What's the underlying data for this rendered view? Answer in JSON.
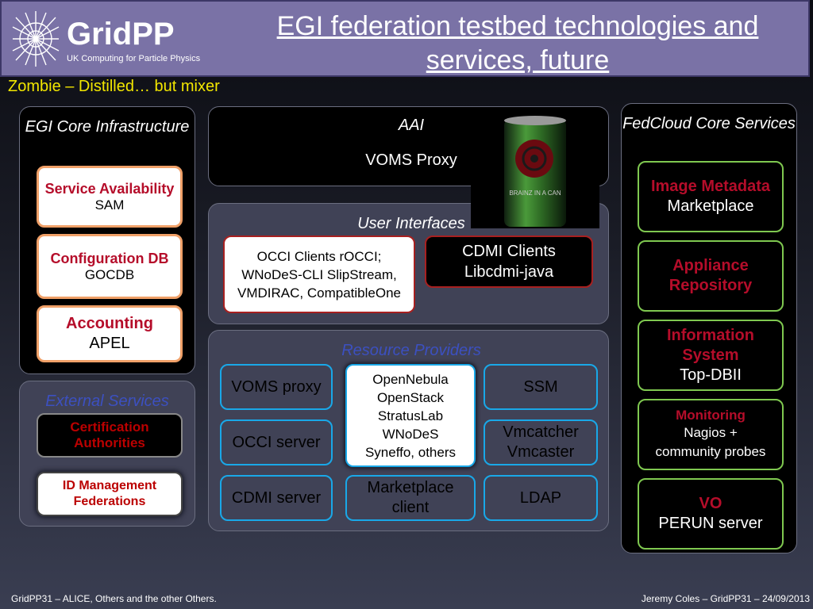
{
  "header": {
    "logo_word": "GridPP",
    "logo_sub": "UK Computing for Particle Physics",
    "title": "EGI federation testbed technologies and services, future"
  },
  "subtitle": "Zombie – Distilled… but mixer",
  "egi_core": {
    "title": "EGI Core Infrastructure",
    "items": [
      {
        "bold": "Service Availability",
        "text": "SAM"
      },
      {
        "bold": "Configuration DB",
        "text": "GOCDB"
      },
      {
        "bold": "Accounting",
        "text": "APEL"
      }
    ]
  },
  "external": {
    "title": "External Services",
    "items": [
      {
        "text": "Certification Authorities"
      },
      {
        "text": "ID Management Federations"
      }
    ]
  },
  "aai": {
    "title": "AAI",
    "text": "VOMS Proxy"
  },
  "user_interfaces": {
    "title": "User Interfaces",
    "occi": "OCCI Clients rOCCI; WNoDeS-CLI SlipStream, VMDIRAC, CompatibleOne",
    "cdmi": "CDMI Clients Libcdmi-java"
  },
  "resource_providers": {
    "title": "Resource Providers",
    "voms": "VOMS proxy",
    "occi_server": "OCCI server",
    "cdmi_server": "CDMI server",
    "cloud": "OpenNebula OpenStack StratusLab WNoDeS Syneffo, others",
    "marketplace": "Marketplace client",
    "ssm": "SSM",
    "vmcatcher": "Vmcatcher Vmcaster",
    "ldap": "LDAP"
  },
  "fedcloud": {
    "title": "FedCloud Core Services",
    "items": [
      {
        "bold": "Image Metadata",
        "text": "Marketplace"
      },
      {
        "bold": "Appliance Repository",
        "text": ""
      },
      {
        "bold": "Information System",
        "text": "Top-DBII"
      },
      {
        "bold": "Monitoring",
        "text": "Nagios + community probes"
      },
      {
        "bold": "VO",
        "text": "PERUN server"
      }
    ]
  },
  "can_label": "BRAINZ IN A CAN",
  "footer": {
    "left": "GridPP31 – ALICE, Others and the other Others.",
    "right": "Jeremy Coles – GridPP31 – 24/09/2013"
  }
}
